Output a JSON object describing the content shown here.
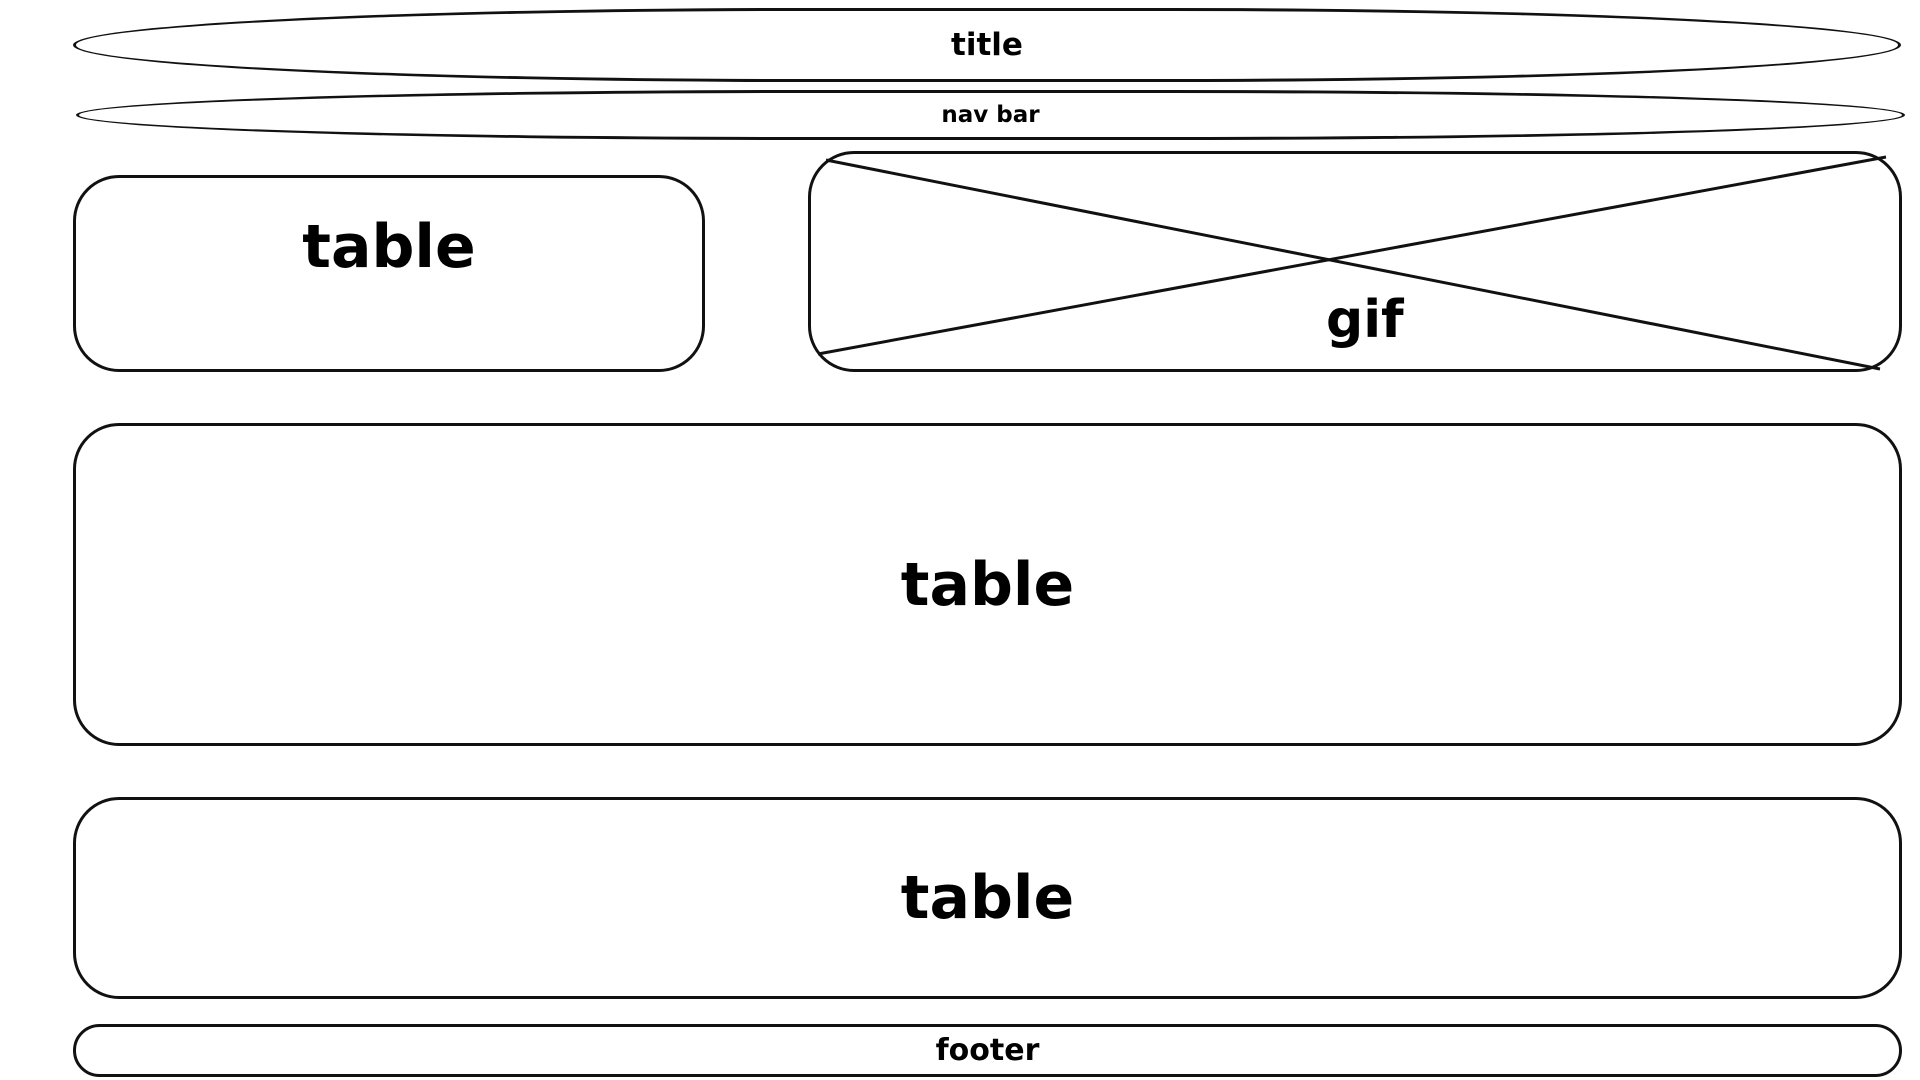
{
  "header": {
    "title_label": "title",
    "nav_label": "nav bar"
  },
  "main": {
    "top_left_table_label": "table",
    "gif_label": "gif",
    "middle_table_label": "table",
    "bottom_table_label": "table"
  },
  "footer": {
    "label": "footer"
  },
  "colors": {
    "stroke": "#111111",
    "background": "#ffffff"
  }
}
